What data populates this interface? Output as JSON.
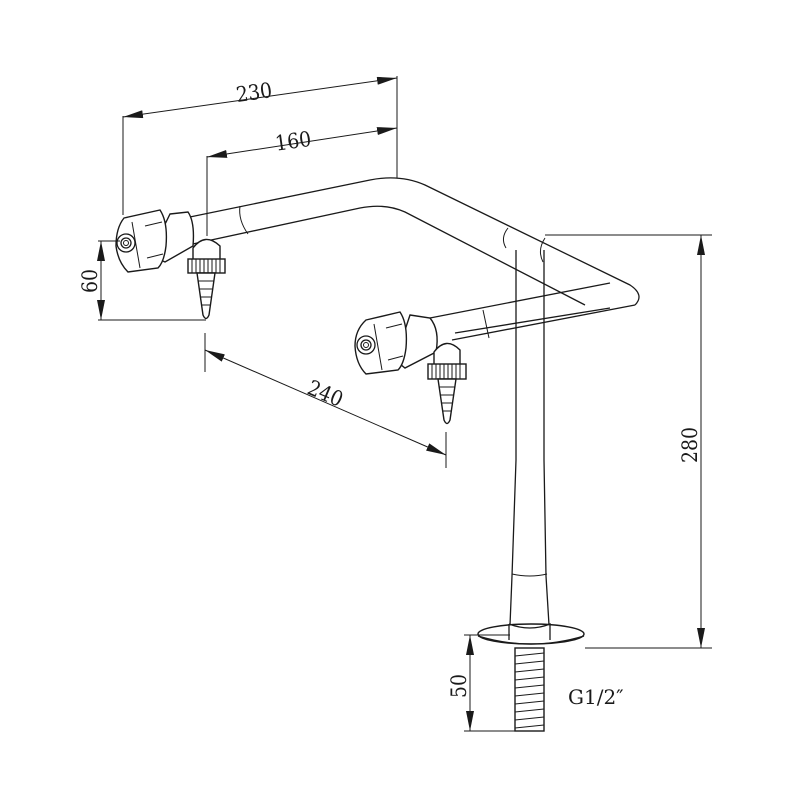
{
  "drawing": {
    "subject": "Laboratory double-outlet gooseneck water faucet (technical drawing)",
    "background": "#ffffff",
    "line_color": "#1a1a1a",
    "units": "mm"
  },
  "dimensions": {
    "overall_reach": {
      "label": "230",
      "value": 230
    },
    "outlet_reach": {
      "label": "160",
      "value": 160
    },
    "outlet_spacing": {
      "label": "240",
      "value": 240
    },
    "valve_to_nozzle_height": {
      "label": "60",
      "value": 60
    },
    "total_height": {
      "label": "280",
      "value": 280
    },
    "thread_length": {
      "label": "50",
      "value": 50
    }
  },
  "annotations": {
    "thread_spec": "G1/2″"
  },
  "components": [
    {
      "id": "handle-left",
      "name": "valve handle (left)"
    },
    {
      "id": "nozzle-left",
      "name": "serrated hose nozzle (left)"
    },
    {
      "id": "handle-right",
      "name": "valve handle (right)"
    },
    {
      "id": "nozzle-right",
      "name": "serrated hose nozzle (right)"
    },
    {
      "id": "arm",
      "name": "bent horizontal arm"
    },
    {
      "id": "column",
      "name": "vertical column"
    },
    {
      "id": "flange",
      "name": "mounting flange"
    },
    {
      "id": "thread",
      "name": "threaded shank"
    }
  ]
}
